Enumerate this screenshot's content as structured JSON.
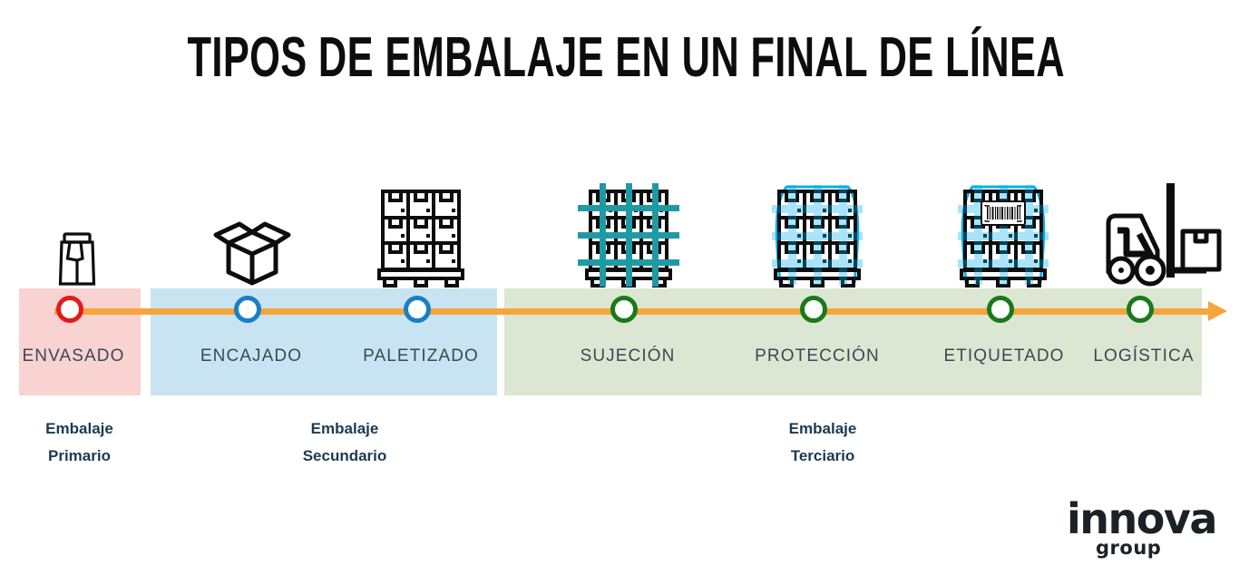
{
  "title": "TIPOS DE EMBALAJE EN UN FINAL DE LÍNEA",
  "colors": {
    "band_primary": "#f9d2d2",
    "band_secondary": "#c8e4f2",
    "band_tertiary": "#dce7d3",
    "timeline": "#f5a53c",
    "dot_primary": "#e31b1b",
    "dot_secondary": "#1a7fc4",
    "dot_tertiary": "#1a7a1a",
    "caption_text": "#3d4752",
    "group_label_text": "#1c3a52",
    "strap_teal": "#1f9aa5",
    "film_cyan": "#00b0f0",
    "icon_black": "#0d0d0d",
    "logo": "#1b2227"
  },
  "steps": [
    {
      "label": "ENVASADO",
      "icon": "pouch-bag-icon",
      "group": "primary"
    },
    {
      "label": "ENCAJADO",
      "icon": "open-box-icon",
      "group": "secondary"
    },
    {
      "label": "PALETIZADO",
      "icon": "palletized-boxes-icon",
      "group": "secondary"
    },
    {
      "label": "SUJECIÓN",
      "icon": "strapped-pallet-icon",
      "group": "tertiary"
    },
    {
      "label": "PROTECCIÓN",
      "icon": "wrapped-pallet-icon",
      "group": "tertiary"
    },
    {
      "label": "ETIQUETADO",
      "icon": "labeled-pallet-icon",
      "group": "tertiary"
    },
    {
      "label": "LOGÍSTICA",
      "icon": "forklift-icon",
      "group": "tertiary"
    }
  ],
  "groups": [
    {
      "line1": "Embalaje",
      "line2": "Primario"
    },
    {
      "line1": "Embalaje",
      "line2": "Secundario"
    },
    {
      "line1": "Embalaje",
      "line2": "Terciario"
    }
  ],
  "logo": {
    "name": "innova",
    "sub": "group"
  }
}
